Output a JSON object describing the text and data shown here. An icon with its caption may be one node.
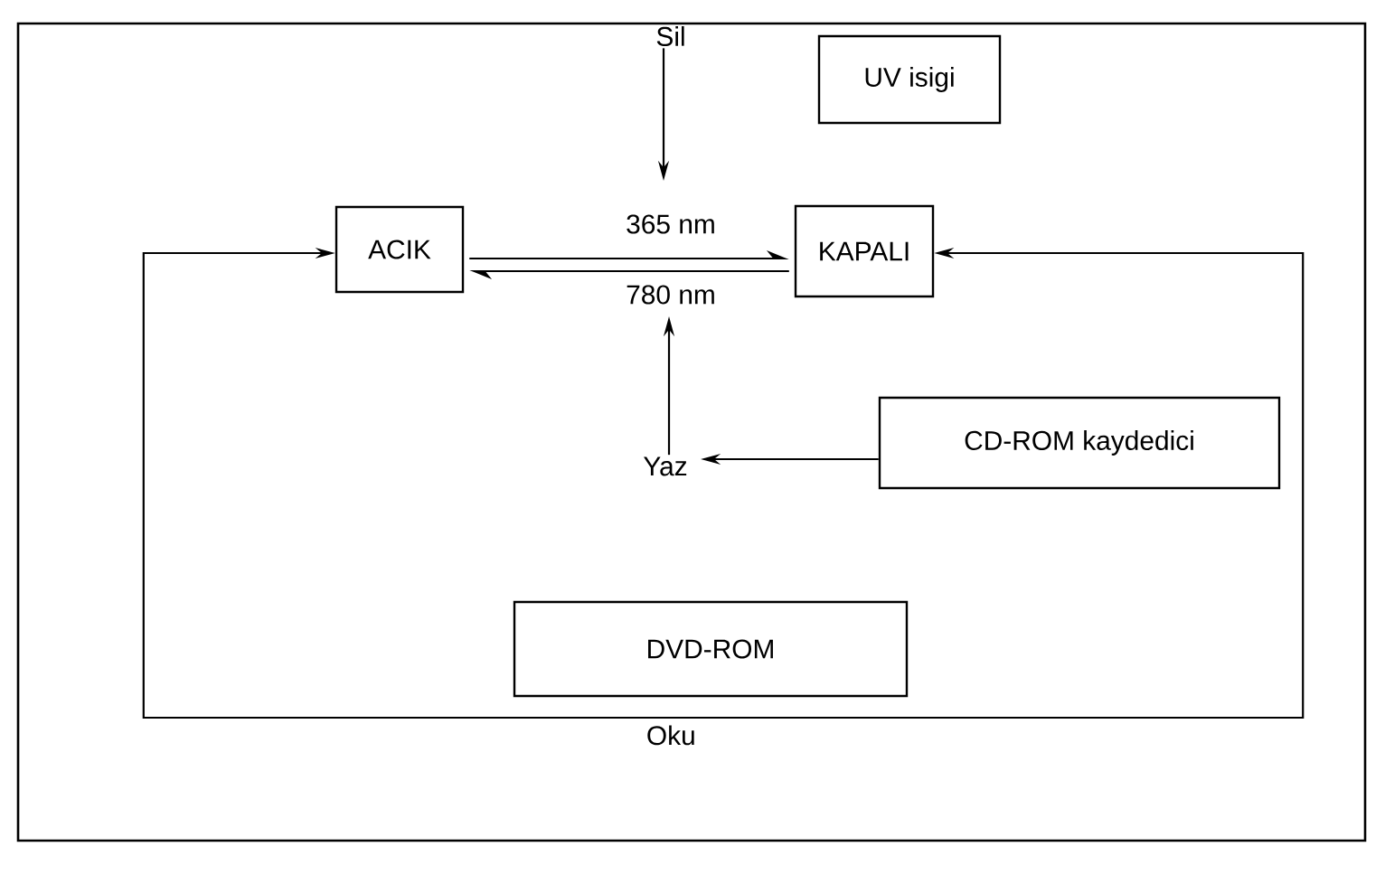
{
  "diagram": {
    "nodes": [
      {
        "text": [
          "Sil"
        ]
      },
      {
        "text": [
          "UV isigi"
        ]
      },
      {
        "text": [
          "ACIK"
        ]
      },
      {
        "text": [
          "KAPALI"
        ]
      },
      {
        "text": [
          "Yaz"
        ]
      },
      {
        "text": [
          "CD-ROM kaydedici"
        ]
      },
      {
        "text": [
          "DVD-ROM"
        ]
      }
    ],
    "edges": [
      {
        "from": 2,
        "to": 3,
        "arrow": "to",
        "label": "365 nm"
      },
      {
        "from": 3,
        "to": 2,
        "arrow": "to",
        "label": "780 nm"
      },
      {
        "from": 0,
        "to": null,
        "arrow": "to"
      },
      {
        "from": 4,
        "to": null,
        "arrow": "to"
      },
      {
        "from": 5,
        "to": 4,
        "arrow": "to"
      },
      {
        "from": 3,
        "to": 2,
        "arrow": "both",
        "label": "Oku"
      }
    ]
  }
}
